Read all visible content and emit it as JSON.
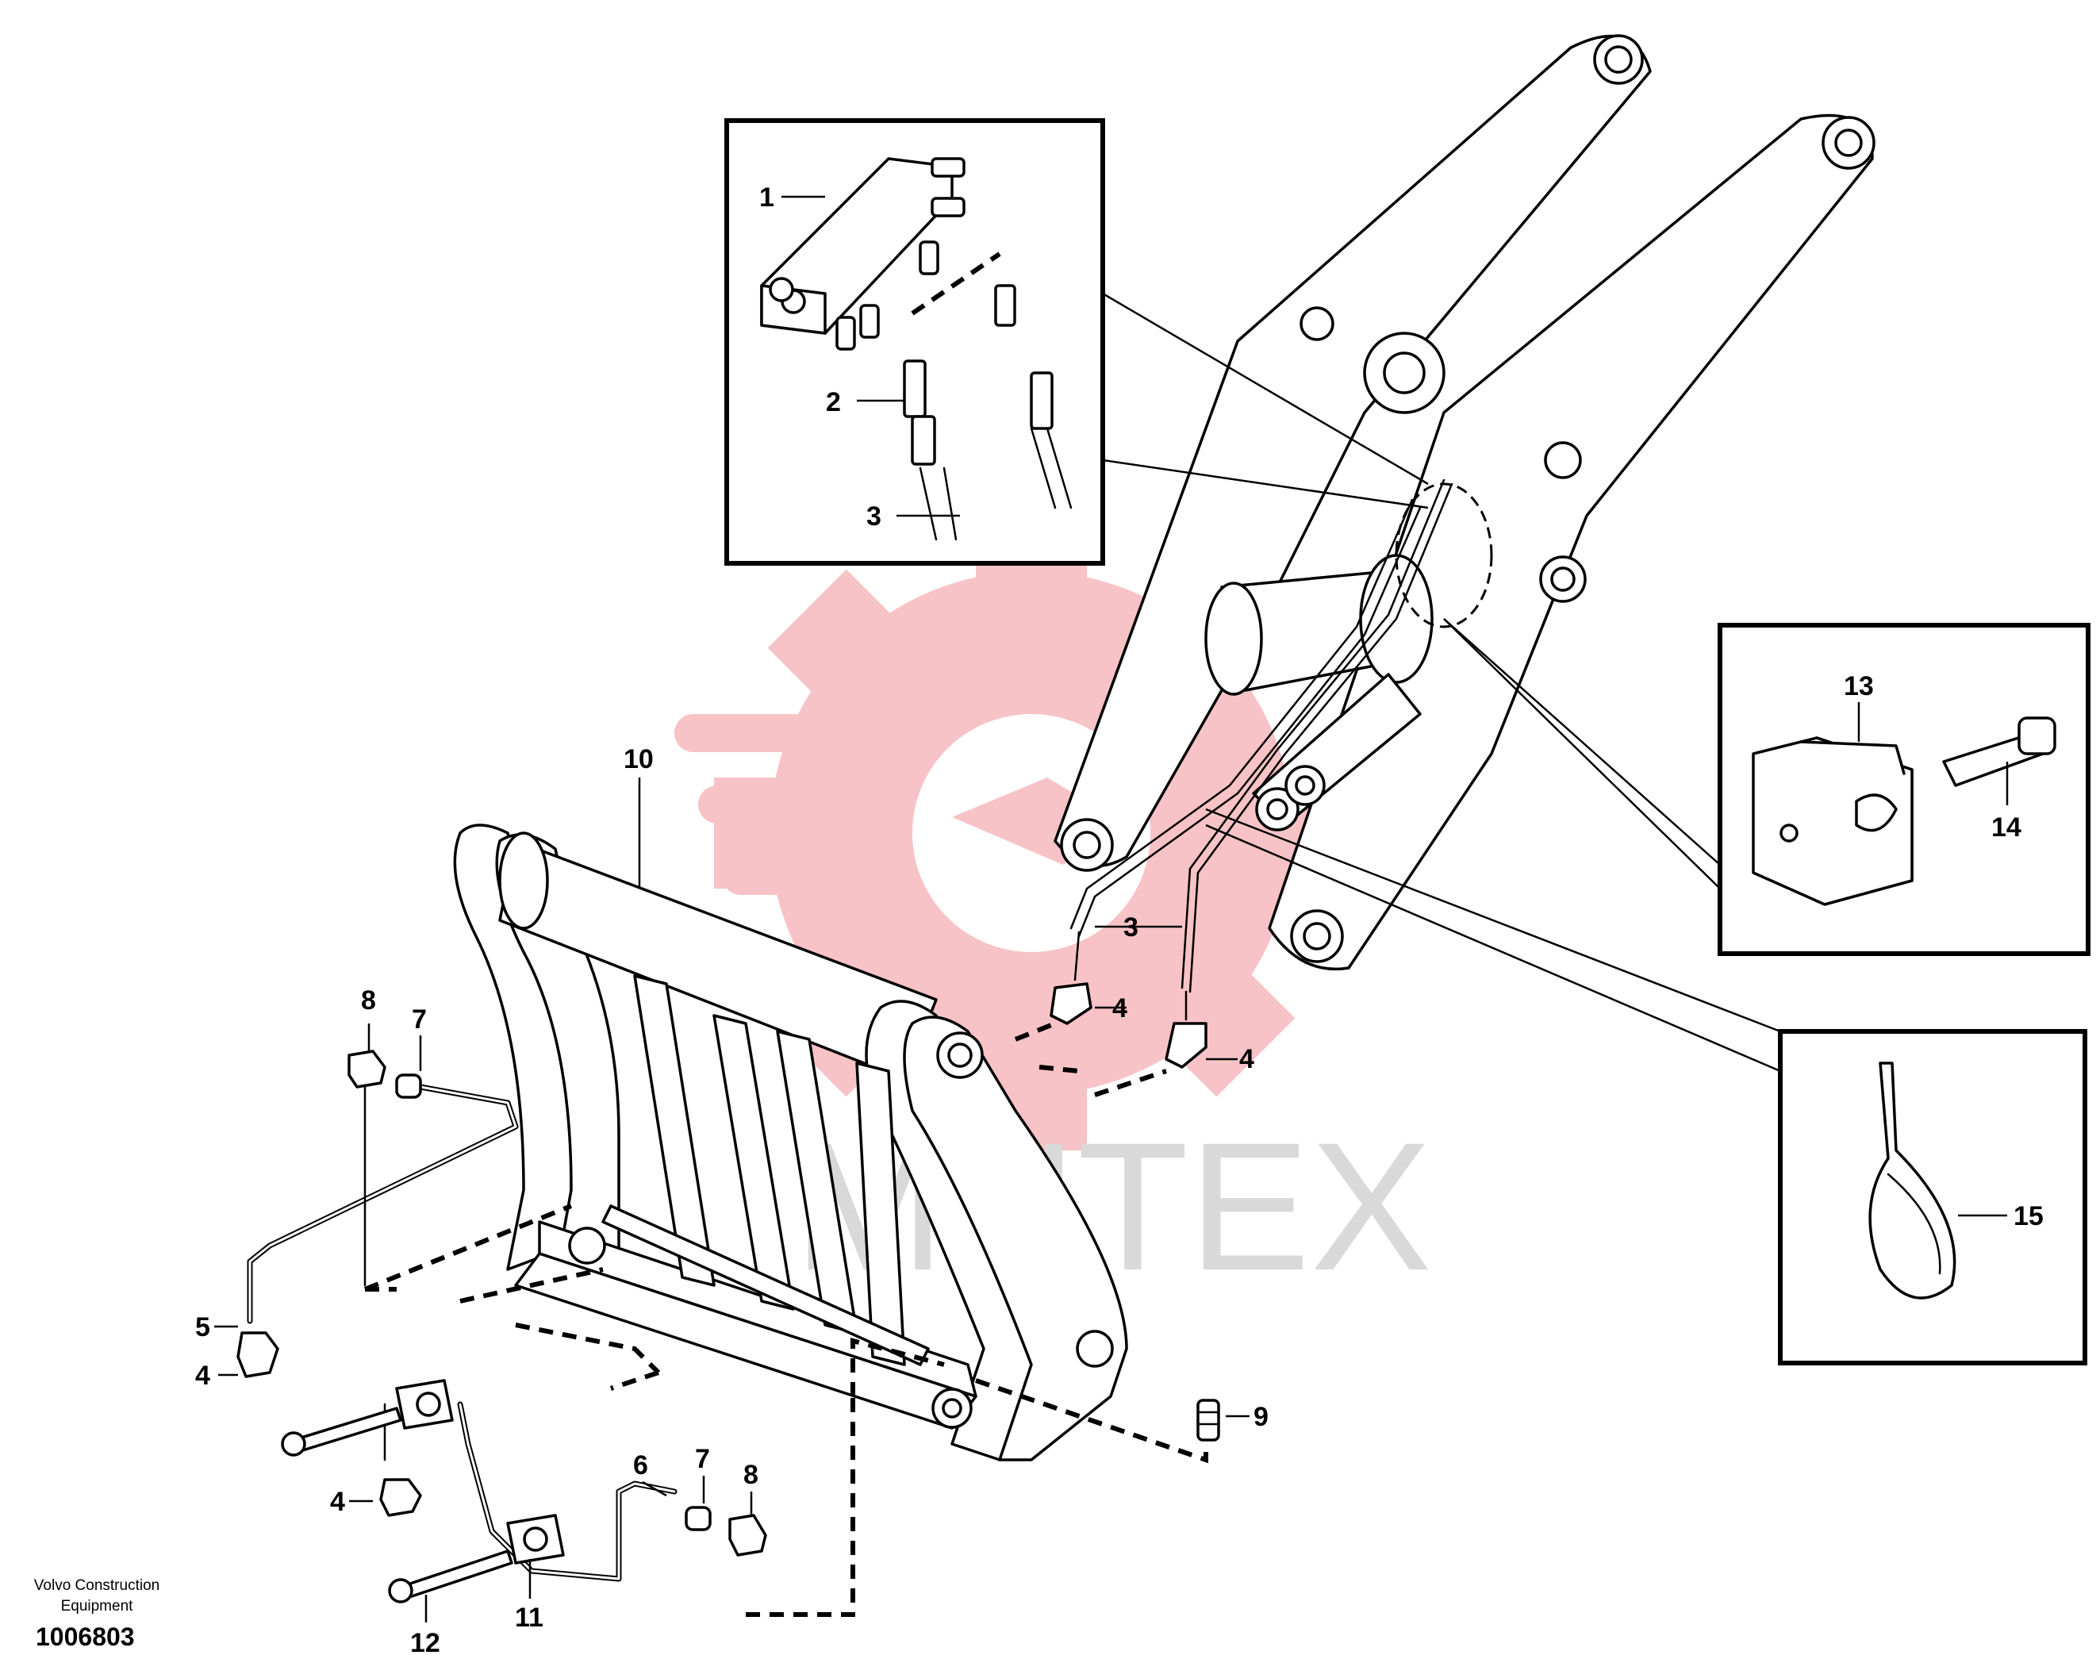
{
  "footer": {
    "brand_line1": "Volvo Construction",
    "brand_line2": "Equipment",
    "document_number": "1006803"
  },
  "watermark": {
    "text": "MHTEX",
    "gear_color": "#f6b9bd",
    "text_color": "#d9d9d9"
  },
  "callouts": {
    "c1": "1",
    "c2": "2",
    "c3_detail": "3",
    "c3_main": "3",
    "c4_a": "4",
    "c4_b": "4",
    "c4_c": "4",
    "c4_d": "4",
    "c5": "5",
    "c6": "6",
    "c7_a": "7",
    "c7_b": "7",
    "c8_a": "8",
    "c8_b": "8",
    "c9": "9",
    "c10": "10",
    "c11": "11",
    "c12": "12",
    "c13": "13",
    "c14": "14",
    "c15": "15"
  }
}
